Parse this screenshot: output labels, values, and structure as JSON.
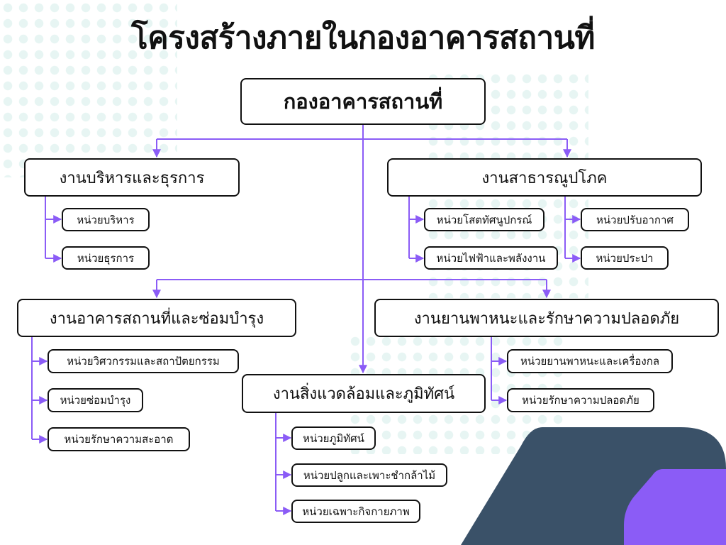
{
  "title": "โครงสร้างภายในกองอาคารสถานที่",
  "colors": {
    "connector": "#8b5cf6",
    "dark_shape": "#3a5168",
    "purple_shape": "#8b5cf6",
    "dot_pattern": "#e7f5f3"
  },
  "root": {
    "label": "กองอาคารสถานที่"
  },
  "sections": [
    {
      "id": "admin",
      "label": "งานบริหารและธุรการ",
      "units": [
        "หน่วยบริหาร",
        "หน่วยธุรการ"
      ]
    },
    {
      "id": "utilities",
      "label": "งานสาธารณูปโภค",
      "units": [
        "หน่วยโสตทัศนูปกรณ์",
        "หน่วยไฟฟ้าและพลังงาน",
        "หน่วยปรับอากาศ",
        "หน่วยประปา"
      ]
    },
    {
      "id": "maintenance",
      "label": "งานอาคารสถานที่และซ่อมบำรุง",
      "units": [
        "หน่วยวิศวกรรมและสถาปัตยกรรม",
        "หน่วยซ่อมบำรุง",
        "หน่วยรักษาความสะอาด"
      ]
    },
    {
      "id": "vehicles",
      "label": "งานยานพาหนะและรักษาความปลอดภัย",
      "units": [
        "หน่วยยานพาหนะและเครื่องกล",
        "หน่วยรักษาความปลอดภัย"
      ]
    },
    {
      "id": "environment",
      "label": "งานสิ่งแวดล้อมและภูมิทัศน์",
      "units": [
        "หน่วยภูมิทัศน์",
        "หน่วยปลูกและเพาะชำกล้าไม้",
        "หน่วยเฉพาะกิจกายภาพ"
      ]
    }
  ]
}
